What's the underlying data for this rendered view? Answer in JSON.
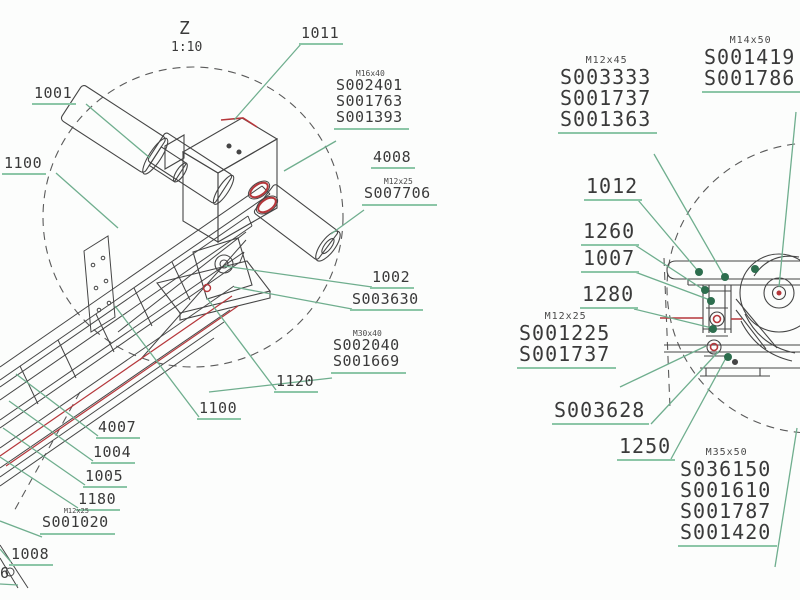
{
  "left_view": {
    "title": "Z",
    "scale": "1:10",
    "callouts": {
      "c1001": "1001",
      "c1100_top": "1100",
      "c1011": "1011",
      "bolt_group_caption": "M16x40",
      "bolt_group": [
        "S002401",
        "S001763",
        "S001393"
      ],
      "c4008": "4008",
      "s007706_caption": "M12x25",
      "s007706": "S007706",
      "c1002": "1002",
      "s003630": "S003630",
      "pin_group_caption": "M30x40",
      "pin_group": [
        "S002040",
        "S001669"
      ],
      "c1120": "1120",
      "c1100_bottom": "1100",
      "c4007": "4007",
      "c1004": "1004",
      "c1005": "1005",
      "c1180": "1180",
      "s001020_caption": "M12x25",
      "s001020": "S001020",
      "c1008": "1008",
      "c1006_partial": "6"
    }
  },
  "right_view": {
    "callouts": {
      "m12x45_caption": "M12x45",
      "m12x45_group": [
        "S003333",
        "S001737",
        "S001363"
      ],
      "m14x50_caption": "M14x50",
      "m14x50_group": [
        "S001419",
        "S001786"
      ],
      "c1012": "1012",
      "c1260": "1260",
      "c1007": "1007",
      "c1280": "1280",
      "m12x25_caption": "M12x25",
      "m12x25_group": [
        "S001225",
        "S001737"
      ],
      "s003628": "S003628",
      "c1250": "1250",
      "m35x50_caption": "M35x50",
      "m35x50_group": [
        "S036150",
        "S001610",
        "S001787",
        "S001420"
      ]
    }
  },
  "colors": {
    "leader_green": "#6fae8e",
    "underline_green": "#8cc6a7",
    "dot_green": "#2d6e4e",
    "accent_red": "#b5373b",
    "line_dark": "#454545",
    "text": "#3a3a3a"
  }
}
